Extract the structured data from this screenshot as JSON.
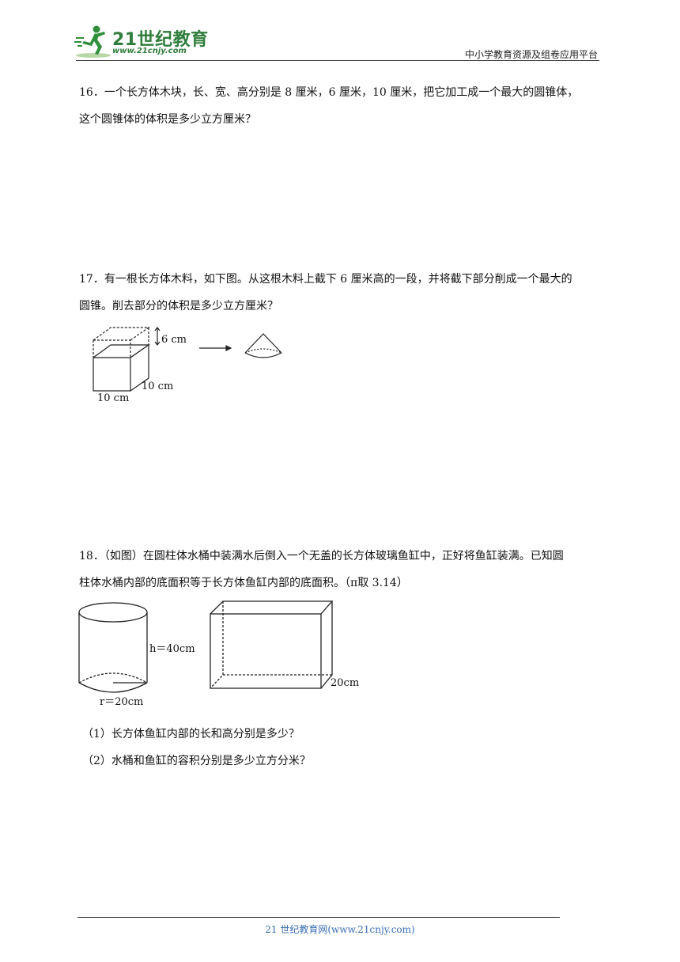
{
  "header": {
    "logo_text": "21世纪教育",
    "logo_url": "www.21cnjy.com",
    "right_text": "中小学教育资源及组卷应用平台"
  },
  "q16": {
    "line1": "16．一个长方体木块，长、宽、高分别是 8 厘米，6 厘米，10 厘米，把它加工成一个最大的圆锥体，",
    "line2": "这个圆锥体的体积是多少立方厘米？"
  },
  "q17": {
    "line1": "17．有一根长方体木料，如下图。从这根木料上截下 6 厘米高的一段，并将截下部分削成一个最大的",
    "line2": "圆锥。削去部分的体积是多少立方厘米？",
    "figure": {
      "height_label": "6 cm",
      "width_label": "10 cm",
      "length_label": "10 cm"
    }
  },
  "q18": {
    "line1": "18．（如图）在圆柱体水桶中装满水后倒入一个无盖的长方体玻璃鱼缸中，正好将鱼缸装满。已知圆",
    "line2": "柱体水桶内部的底面积等于长方体鱼缸内部的底面积。（π取 3.14）",
    "figure": {
      "height_label": "h＝40cm",
      "radius_label": "r＝20cm",
      "tank_width_label": "20cm"
    },
    "sub1": "（1）长方体鱼缸内部的长和高分别是多少？",
    "sub2": "（2）水桶和鱼缸的容积分别是多少立方分米？"
  },
  "footer": {
    "text": "21 世纪教育网(www.21cnjy.com)"
  }
}
